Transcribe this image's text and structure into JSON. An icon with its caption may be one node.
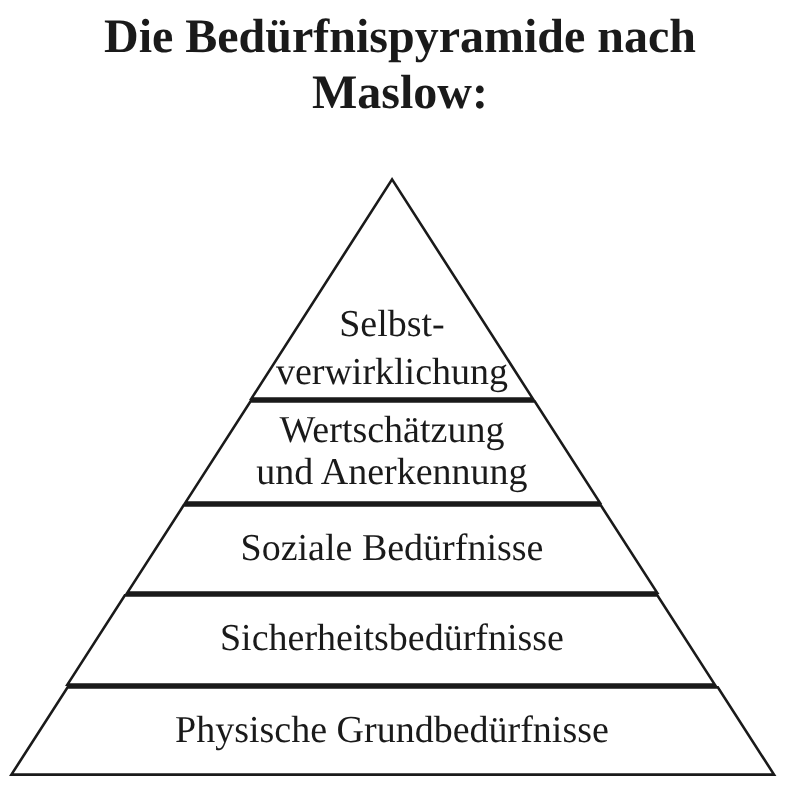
{
  "diagram": {
    "title": "Die Bedürfnispyramide nach Maslow:",
    "nodes": [
      {
        "text": [
          "Selbst- verwirklichung"
        ]
      },
      {
        "text": [
          "Wertschätzung und Anerkennung"
        ]
      },
      {
        "text": [
          "Soziale Bedürfnisse"
        ]
      },
      {
        "text": [
          "Sicherheitsbedürfnisse"
        ]
      },
      {
        "text": [
          "Physische Grundbedürfnisse"
        ]
      }
    ]
  }
}
